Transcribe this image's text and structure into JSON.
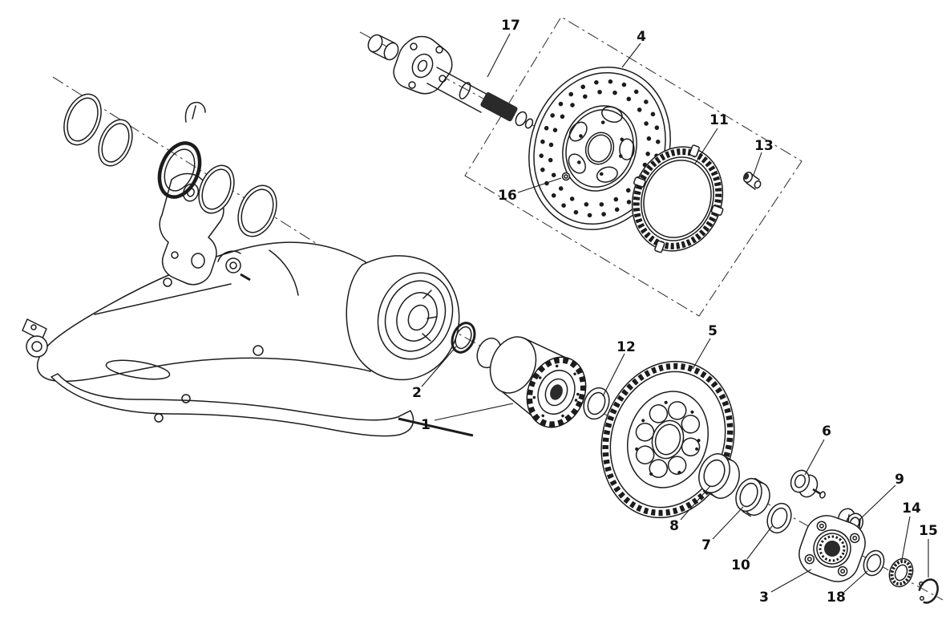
{
  "style": {
    "background": "#ffffff",
    "ink": "#1c1c1c"
  },
  "diagram": {
    "kind": "exploded-parts-diagram",
    "callouts": {
      "p1": "1",
      "p2": "2",
      "p3": "3",
      "p4": "4",
      "p5": "5",
      "p6": "6",
      "p7": "7",
      "p8": "8",
      "p9": "9",
      "p10": "10",
      "p11": "11",
      "p12": "12",
      "p13": "13",
      "p14": "14",
      "p15": "15",
      "p16": "16",
      "p17": "17",
      "p18": "18"
    }
  }
}
